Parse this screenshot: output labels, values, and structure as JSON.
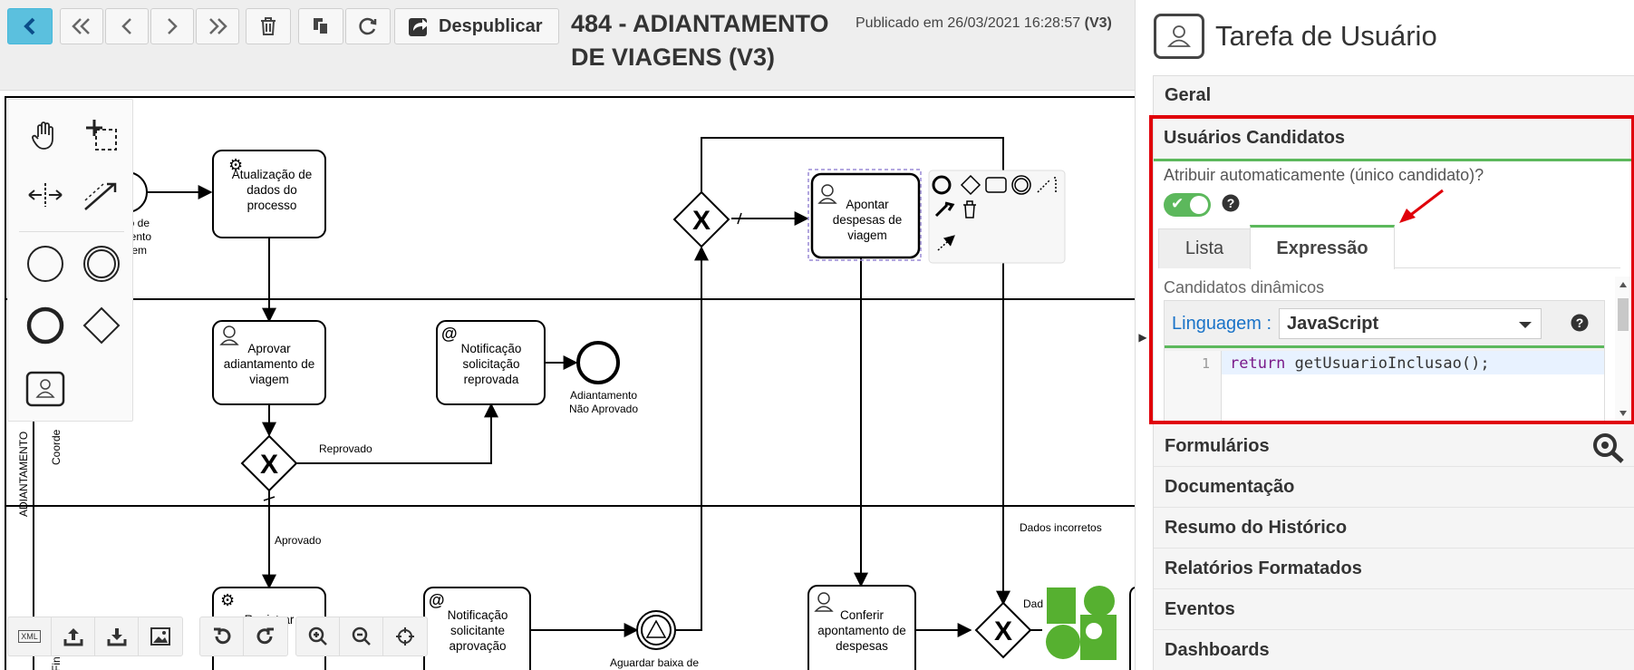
{
  "toolbar": {
    "unpublish_label": "Despublicar"
  },
  "process": {
    "title": "484 - ADIANTAMENTO DE VIAGENS (V3)",
    "published_text": "Publicado em 26/03/2021 16:28:57",
    "version_badge": "(V3)"
  },
  "diagram": {
    "tasks": {
      "atualizacao": "Atualização de dados do processo",
      "apontar": "Apontar despesas de viagem",
      "aprovar": "Aprovar adiantamento de viagem",
      "notif_reprovada": "Notificação solicitação reprovada",
      "registrar": "Registrar",
      "notif_aprovacao": "Notificação solicitante aprovação",
      "conferir": "Conferir apontamento de despesas"
    },
    "events": {
      "start_partial": "ção de amento agem",
      "nao_aprovado": "Adiantamento Não Aprovado",
      "aguardar": "Aguardar baixa de"
    },
    "flows": {
      "reprovado": "Reprovado",
      "aprovado": "Aprovado",
      "dados_incorretos": "Dados incorretos",
      "dados_partial": "Dad"
    },
    "lanes": {
      "pool": "ADIANTAMENTO",
      "coord": "Coorde",
      "financeiro": "Financeiro"
    }
  },
  "bottom_toolbar": {
    "xml_label": "XML"
  },
  "panel": {
    "title": "Tarefa de Usuário",
    "sections": {
      "geral": "Geral",
      "usuarios_candidatos": "Usuários Candidatos",
      "formularios": "Formulários",
      "documentacao": "Documentação",
      "resumo": "Resumo do Histórico",
      "relatorios": "Relatórios Formatados",
      "eventos": "Eventos",
      "dashboards": "Dashboards"
    },
    "auto_assign_label": "Atribuir automaticamente (único candidato)?",
    "auto_assign_on": true,
    "tabs": {
      "lista": "Lista",
      "expressao": "Expressão"
    },
    "dynamic_label": "Candidatos dinâmicos",
    "language_label": "Linguagem :",
    "language_value": "JavaScript",
    "code": {
      "line_number": "1",
      "keyword": "return",
      "rest": " getUsuarioInclusao();"
    }
  },
  "colors": {
    "accent_green": "#5cb85c",
    "highlight_red": "#e0000a",
    "active_blue": "#5bc0de",
    "green_shape": "#56b030"
  }
}
